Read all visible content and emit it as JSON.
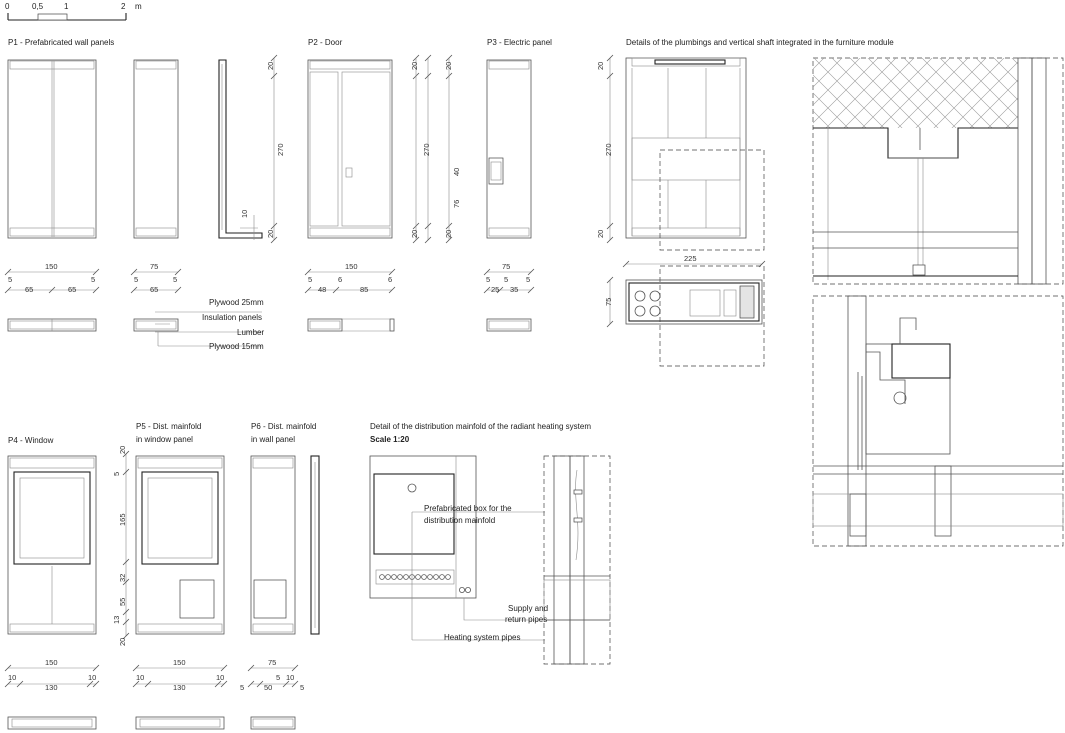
{
  "scale_bar": {
    "ticks": [
      "0",
      "0,5",
      "1",
      "2"
    ],
    "unit": "m"
  },
  "panels": {
    "p1": {
      "title": "P1 - Prefabricated wall panels"
    },
    "p2": {
      "title": "P2 - Door"
    },
    "p3": {
      "title": "P3 - Electric panel"
    },
    "p4": {
      "title": "P4 - Window"
    },
    "p5": {
      "title_line1": "P5 - Dist. mainfold",
      "title_line2": "in window panel"
    },
    "p6": {
      "title_line1": "P6 - Dist. mainfold",
      "title_line2": "in wall panel"
    }
  },
  "plumbing": {
    "title": "Details of the plumbings and vertical shaft integrated in the furniture module"
  },
  "mainfold_detail": {
    "title": "Detail of the distribution mainfold of the radiant heating system",
    "scale": "Scale 1:20",
    "label_box_1": "Prefabricated box for the",
    "label_box_2": "distribution mainfold",
    "label_supply_1": "Supply and",
    "label_supply_2": "return pipes",
    "label_heating": "Heating system pipes"
  },
  "section_labels": {
    "plywood25": "Plywood 25mm",
    "insulation": "Insulation panels",
    "lumber": "Lumber",
    "plywood15": "Plywood 15mm"
  },
  "dims": {
    "p1_total": "150",
    "p1_a": "5",
    "p1_b": "5",
    "p1_c": "65",
    "p1_d": "65",
    "p1s_total": "75",
    "p1s_a": "5",
    "p1s_b": "5",
    "p1s_c": "65",
    "p1_h_top": "20",
    "p1_h_mid": "270",
    "p1_h_10": "10",
    "p1_h_bot": "20",
    "p2_total": "150",
    "p2_a": "5",
    "p2_b": "6",
    "p2_c": "6",
    "p2_d": "48",
    "p2_e": "85",
    "p2_h_top": "20",
    "p2_h_mid": "270",
    "p2_h_bot": "20",
    "p3_total": "75",
    "p3_a": "5",
    "p3_b": "5",
    "p3_c": "5",
    "p3_d": "25",
    "p3_e": "35",
    "p3_h_top": "20",
    "p3_h_40": "40",
    "p3_h_76": "76",
    "p3_h_bot": "20",
    "pl_h_top": "20",
    "pl_h_mid": "270",
    "pl_h_bot": "20",
    "pl_w": "225",
    "pl_d": "75",
    "p4_total": "150",
    "p4_a": "10",
    "p4_b": "10",
    "p4_c": "130",
    "p4_h_20": "20",
    "p4_h_5": "5",
    "p4_h_165": "165",
    "p4_h_32": "32",
    "p4_h_55": "55",
    "p4_h_13": "13",
    "p4_h_20b": "20",
    "p5_total": "150",
    "p5_a": "10",
    "p5_b": "10",
    "p5_c": "130",
    "p6_total": "75",
    "p6_a": "5",
    "p6_b": "10",
    "p6_c": "5",
    "p6_d": "50",
    "p6_e": "5"
  },
  "colors": {
    "line": "#555555",
    "ink": "#222222",
    "hatch": "#8a8a8a",
    "fill": "#e4e4e4"
  }
}
